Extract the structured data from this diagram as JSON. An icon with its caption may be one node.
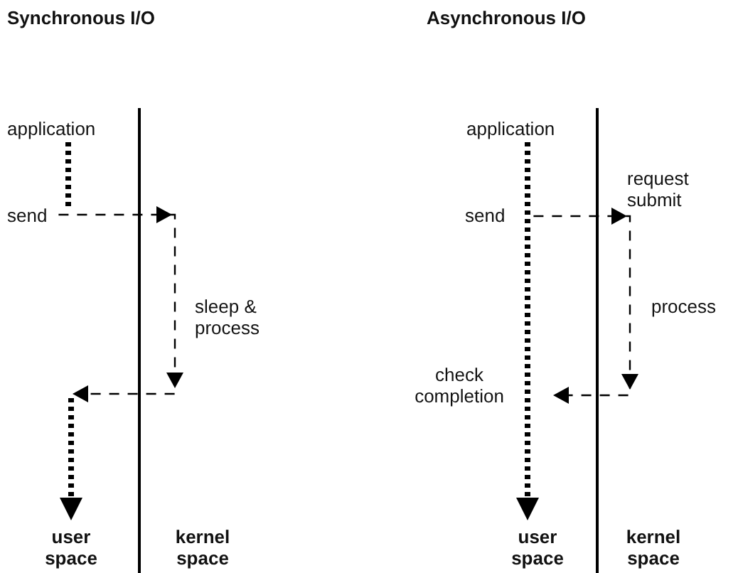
{
  "diagram": {
    "nodes": [
      {
        "text": [
          "application"
        ]
      },
      {
        "text": [
          "send"
        ]
      },
      {
        "text": [
          "user space"
        ]
      },
      {
        "text": [
          "application"
        ]
      },
      {
        "text": [
          "send"
        ]
      },
      {
        "text": [
          "check completion"
        ]
      },
      {
        "text": [
          "user space"
        ]
      }
    ],
    "edges": [
      {
        "from": 0,
        "to": 1,
        "arrow": "none",
        "style": "dashed"
      },
      {
        "from": 1,
        "to": null,
        "arrow": "to",
        "style": "dashed"
      },
      {
        "from": null,
        "to": 2,
        "arrow": "to",
        "style": "dashed"
      },
      {
        "from": 3,
        "to": 6,
        "arrow": "to",
        "style": "dashed"
      },
      {
        "from": 4,
        "to": null,
        "arrow": "to",
        "style": "dashed"
      }
    ],
    "labels": [
      "Synchronous I/O",
      "Asynchronous I/O",
      "sleep & process",
      "kernel space",
      "request submit",
      "process",
      "kernel space"
    ]
  }
}
